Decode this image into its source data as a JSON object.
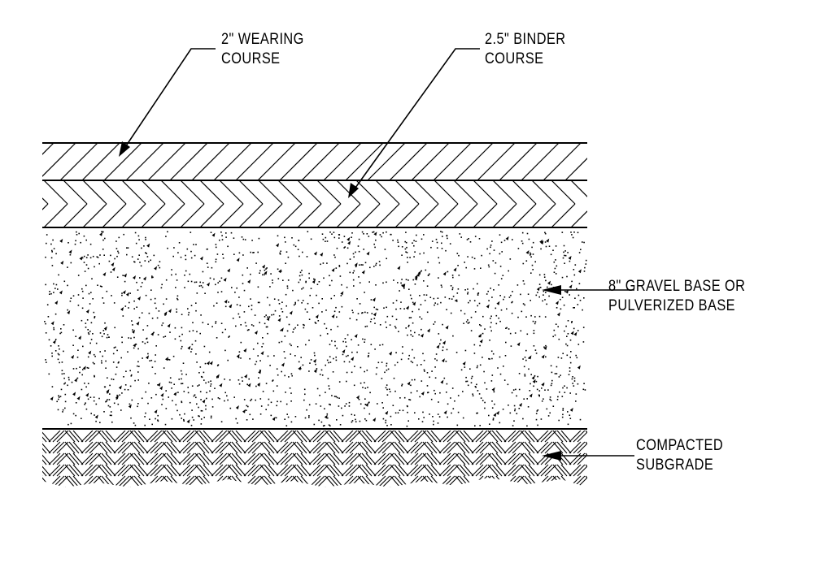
{
  "diagram": {
    "labels": {
      "wearing_course": [
        "2\" WEARING",
        "COURSE"
      ],
      "binder_course": [
        "2.5\" BINDER",
        "COURSE"
      ],
      "gravel_base": [
        "8\" GRAVEL BASE OR",
        "PULVERIZED BASE"
      ],
      "subgrade": [
        "COMPACTED",
        "SUBGRADE"
      ]
    },
    "colors": {
      "line": "#000000",
      "background": "#ffffff"
    }
  }
}
